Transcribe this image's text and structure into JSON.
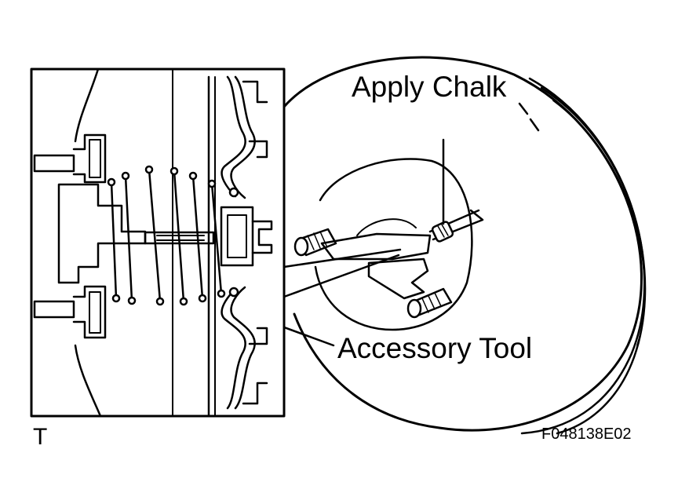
{
  "figure": {
    "labels": {
      "apply_chalk": "Apply Chalk",
      "accessory_tool": "Accessory Tool",
      "view_mark": "T",
      "figure_code": "F048138E02"
    },
    "colors": {
      "ink": "#000000",
      "paper": "#ffffff"
    }
  }
}
